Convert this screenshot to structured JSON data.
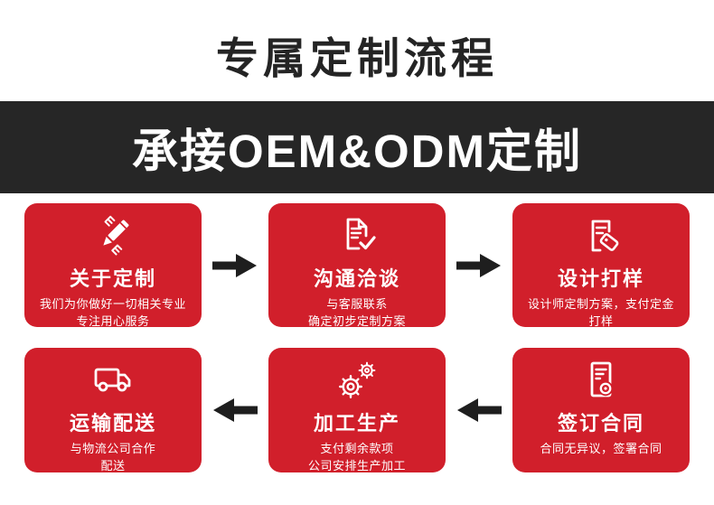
{
  "header": {
    "title": "专属定制流程"
  },
  "banner": {
    "text": "承接OEM&ODM定制"
  },
  "colors": {
    "card_red": "#d11f2b",
    "banner_bg": "#262626",
    "arrow_black": "#1e1e1e",
    "title_black": "#242424",
    "text_on_red": "#ffffff"
  },
  "steps": [
    {
      "icon": "pencil-edit-icon",
      "title": "关于定制",
      "desc_lines": [
        "我们为你做好一切相关专业",
        "专注用心服务"
      ]
    },
    {
      "icon": "document-check-icon",
      "title": "沟通洽谈",
      "desc_lines": [
        "与客服联系",
        "确定初步定制方案"
      ]
    },
    {
      "icon": "document-tag-icon",
      "title": "设计打样",
      "desc_lines": [
        "设计师定制方案，支付定金",
        "打样"
      ]
    },
    {
      "icon": "contract-seal-icon",
      "title": "签订合同",
      "desc_lines": [
        "合同无异议，签署合同"
      ]
    },
    {
      "icon": "gears-icon",
      "title": "加工生产",
      "desc_lines": [
        "支付剩余款项",
        "公司安排生产加工"
      ]
    },
    {
      "icon": "truck-icon",
      "title": "运输配送",
      "desc_lines": [
        "与物流公司合作",
        "配送"
      ]
    }
  ]
}
